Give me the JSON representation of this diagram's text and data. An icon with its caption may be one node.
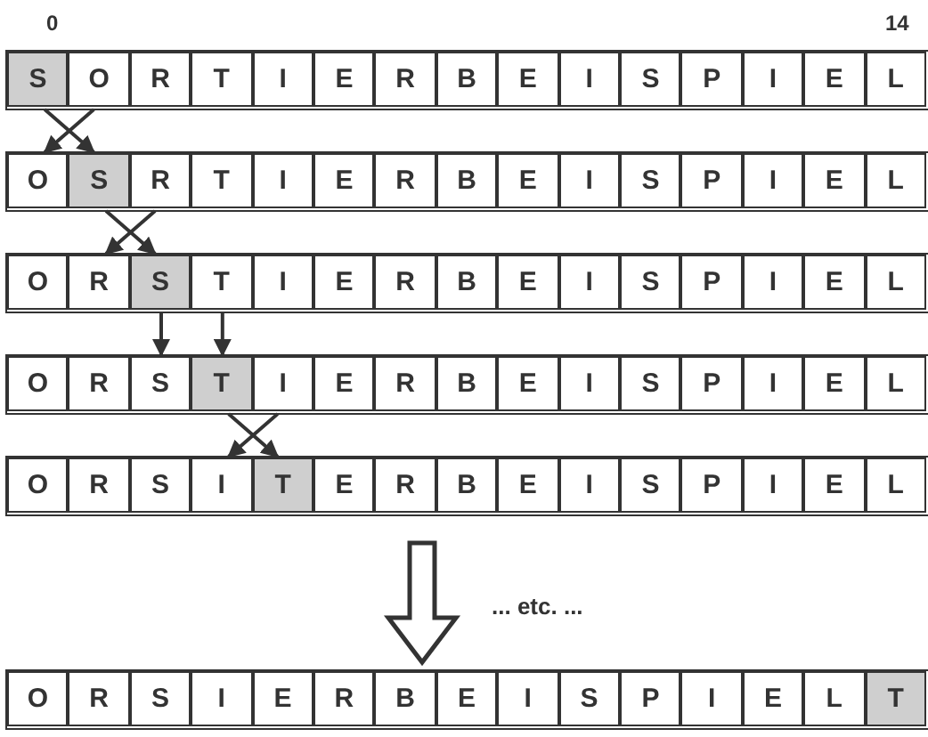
{
  "diagram": {
    "nodes": [
      {
        "text": [],
        "shape": "box"
      },
      {
        "text": [
          "S"
        ],
        "in": 0
      },
      {
        "text": [
          "O"
        ],
        "in": 0
      },
      {
        "text": [
          "R"
        ],
        "in": 0
      },
      {
        "text": [
          "T"
        ],
        "in": 0
      },
      {
        "text": [
          "I"
        ],
        "in": 0
      },
      {
        "text": [
          "E"
        ],
        "in": 0
      },
      {
        "text": [
          "R"
        ],
        "in": 0
      },
      {
        "text": [
          "B"
        ],
        "in": 0
      },
      {
        "text": [
          "E"
        ],
        "in": 0
      },
      {
        "text": [
          "I"
        ],
        "in": 0
      },
      {
        "text": [
          "S"
        ],
        "in": 0
      },
      {
        "text": [
          "P"
        ],
        "in": 0
      },
      {
        "text": [
          "I"
        ],
        "in": 0
      },
      {
        "text": [
          "E"
        ],
        "in": 0
      },
      {
        "text": [
          "L"
        ],
        "in": 0
      },
      {
        "text": [],
        "shape": "box"
      },
      {
        "text": [
          "O"
        ],
        "in": 16
      },
      {
        "text": [
          "S"
        ],
        "in": 16
      },
      {
        "text": [
          "R"
        ],
        "in": 16
      },
      {
        "text": [
          "T"
        ],
        "in": 16
      },
      {
        "text": [
          "I"
        ],
        "in": 16
      },
      {
        "text": [
          "E"
        ],
        "in": 16
      },
      {
        "text": [
          "R"
        ],
        "in": 16
      },
      {
        "text": [
          "B"
        ],
        "in": 16
      },
      {
        "text": [
          "E"
        ],
        "in": 16
      },
      {
        "text": [
          "I"
        ],
        "in": 16
      },
      {
        "text": [
          "S"
        ],
        "in": 16
      },
      {
        "text": [
          "P"
        ],
        "in": 16
      },
      {
        "text": [
          "I"
        ],
        "in": 16
      },
      {
        "text": [
          "E"
        ],
        "in": 16
      },
      {
        "text": [
          "L"
        ],
        "in": 16
      },
      {
        "text": [],
        "shape": "box"
      },
      {
        "text": [
          "O"
        ],
        "in": 32
      },
      {
        "text": [
          "R"
        ],
        "in": 32
      },
      {
        "text": [
          "S"
        ],
        "in": 32
      },
      {
        "text": [
          "T"
        ],
        "in": 32
      },
      {
        "text": [
          "I"
        ],
        "in": 32
      },
      {
        "text": [
          "E"
        ],
        "in": 32
      },
      {
        "text": [
          "R"
        ],
        "in": 32
      },
      {
        "text": [
          "B"
        ],
        "in": 32
      },
      {
        "text": [
          "E"
        ],
        "in": 32
      },
      {
        "text": [
          "I"
        ],
        "in": 32
      },
      {
        "text": [
          "S"
        ],
        "in": 32
      },
      {
        "text": [
          "P"
        ],
        "in": 32
      },
      {
        "text": [
          "I"
        ],
        "in": 32
      },
      {
        "text": [
          "E"
        ],
        "in": 32
      },
      {
        "text": [
          "L"
        ],
        "in": 32
      },
      {
        "text": [],
        "shape": "box"
      },
      {
        "text": [
          "O"
        ],
        "in": 48
      },
      {
        "text": [
          "R"
        ],
        "in": 48
      },
      {
        "text": [
          "S"
        ],
        "in": 48
      },
      {
        "text": [
          "T"
        ],
        "in": 48
      },
      {
        "text": [
          "I"
        ],
        "in": 48
      },
      {
        "text": [
          "E"
        ],
        "in": 48
      },
      {
        "text": [
          "R"
        ],
        "in": 48
      },
      {
        "text": [
          "B"
        ],
        "in": 48
      },
      {
        "text": [
          "E"
        ],
        "in": 48
      },
      {
        "text": [
          "I"
        ],
        "in": 48
      },
      {
        "text": [
          "S"
        ],
        "in": 48
      },
      {
        "text": [
          "P"
        ],
        "in": 48
      },
      {
        "text": [
          "I"
        ],
        "in": 48
      },
      {
        "text": [
          "E"
        ],
        "in": 48
      },
      {
        "text": [
          "L"
        ],
        "in": 48
      },
      {
        "text": [],
        "shape": "box"
      },
      {
        "text": [
          "O"
        ],
        "in": 64
      },
      {
        "text": [
          "R"
        ],
        "in": 64
      },
      {
        "text": [
          "S"
        ],
        "in": 64
      },
      {
        "text": [
          "I"
        ],
        "in": 64
      },
      {
        "text": [
          "T"
        ],
        "in": 64
      },
      {
        "text": [
          "E"
        ],
        "in": 64
      },
      {
        "text": [
          "R"
        ],
        "in": 64
      },
      {
        "text": [
          "B"
        ],
        "in": 64
      },
      {
        "text": [
          "E"
        ],
        "in": 64
      },
      {
        "text": [
          "I"
        ],
        "in": 64
      },
      {
        "text": [
          "S"
        ],
        "in": 64
      },
      {
        "text": [
          "P"
        ],
        "in": 64
      },
      {
        "text": [
          "I"
        ],
        "in": 64
      },
      {
        "text": [
          "E"
        ],
        "in": 64
      },
      {
        "text": [
          "L"
        ],
        "in": 64
      },
      {
        "text": [],
        "shape": "box"
      },
      {
        "text": [
          "O"
        ],
        "in": 80
      },
      {
        "text": [
          "R"
        ],
        "in": 80
      },
      {
        "text": [
          "S"
        ],
        "in": 80
      },
      {
        "text": [
          "I"
        ],
        "in": 80
      },
      {
        "text": [
          "E"
        ],
        "in": 80
      },
      {
        "text": [
          "R"
        ],
        "in": 80
      },
      {
        "text": [
          "B"
        ],
        "in": 80
      },
      {
        "text": [
          "E"
        ],
        "in": 80
      },
      {
        "text": [
          "I"
        ],
        "in": 80
      },
      {
        "text": [
          "S"
        ],
        "in": 80
      },
      {
        "text": [
          "P"
        ],
        "in": 80
      },
      {
        "text": [
          "I"
        ],
        "in": 80
      },
      {
        "text": [
          "E"
        ],
        "in": 80
      },
      {
        "text": [
          "L"
        ],
        "in": 80
      },
      {
        "text": [
          "T"
        ],
        "in": 80
      }
    ],
    "edges": [
      {
        "from": 1,
        "to": 18,
        "arrow": "to"
      },
      {
        "from": 2,
        "to": 17,
        "arrow": "to"
      },
      {
        "from": 18,
        "to": 35,
        "arrow": "to"
      },
      {
        "from": 19,
        "to": 34,
        "arrow": "to"
      },
      {
        "from": 35,
        "to": 51,
        "arrow": "to"
      },
      {
        "from": 36,
        "to": 52,
        "arrow": "to"
      },
      {
        "from": 52,
        "to": 69,
        "arrow": "to"
      },
      {
        "from": 53,
        "to": 68,
        "arrow": "to"
      },
      {
        "from": 64,
        "to": 80,
        "arrow": "to",
        "style": "thick"
      }
    ],
    "labels": [
      "0",
      "14",
      "... etc. ..."
    ]
  }
}
